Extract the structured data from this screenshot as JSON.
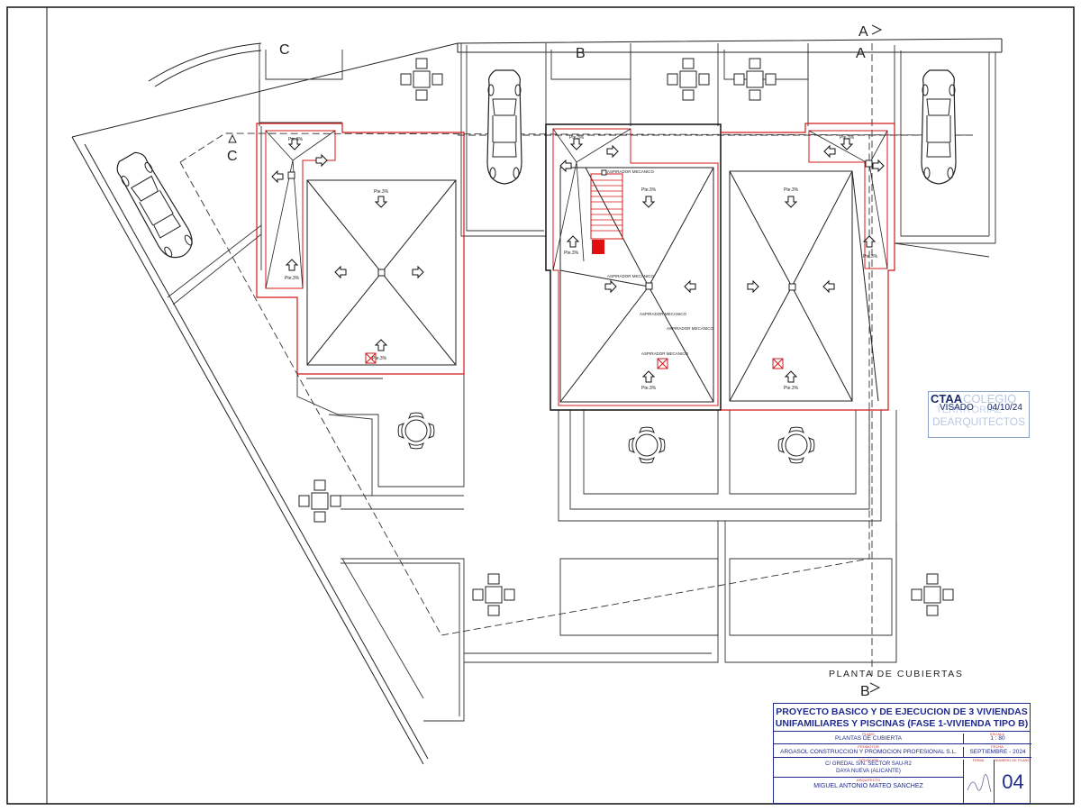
{
  "plan": {
    "title": "PLANTA DE CUBIERTAS",
    "section_markers": [
      "A",
      "A",
      "B",
      "B",
      "C",
      "C"
    ],
    "slope_label": "Pte.3%",
    "vent_label": "ASPIRADOR MECANICO",
    "colors": {
      "line": "#1a1a1a",
      "roof": "#d01818",
      "stamp": "#8aa4c8",
      "titleblock": "#1f2a8c"
    }
  },
  "stamp": {
    "org_short": "CTAA",
    "org_line1": "COLEGIO",
    "org_line2": "TERRITORIAL",
    "org_line3": "DEARQUITECTOS",
    "status": "VISADO",
    "date": "04/10/24"
  },
  "title_block": {
    "project_title_line1": "PROYECTO BASICO Y DE EJECUCION DE 3 VIVIENDAS",
    "project_title_line2": "UNIFAMILIARES Y PISCINAS (FASE 1-VIVIENDA TIPO B)",
    "plan_label": "PLANO",
    "plan_name": "PLANTAS DE CUBIERTA",
    "scale_label": "ESCALA",
    "scale": "1 : 80",
    "client_label": "PROMOTOR",
    "client": "ARGASOL CONSTRUCCION Y PROMOCION PROFESIONAL S.L.",
    "date_label": "FECHA",
    "date": "SEPTIEMBRE - 2024",
    "location_label": "SITUACION",
    "address_line1": "C/ GREDAL S/N. SECTOR SAU-R2",
    "address_line2": "DAYA NUEVA (ALICANTE)",
    "architect_label": "ARQUITECTO",
    "architect": "MIGUEL ANTONIO MATEO SANCHEZ",
    "signature_label": "FIRMA",
    "sheet_label": "NUMERO DE PLANO",
    "sheet_number": "04"
  }
}
